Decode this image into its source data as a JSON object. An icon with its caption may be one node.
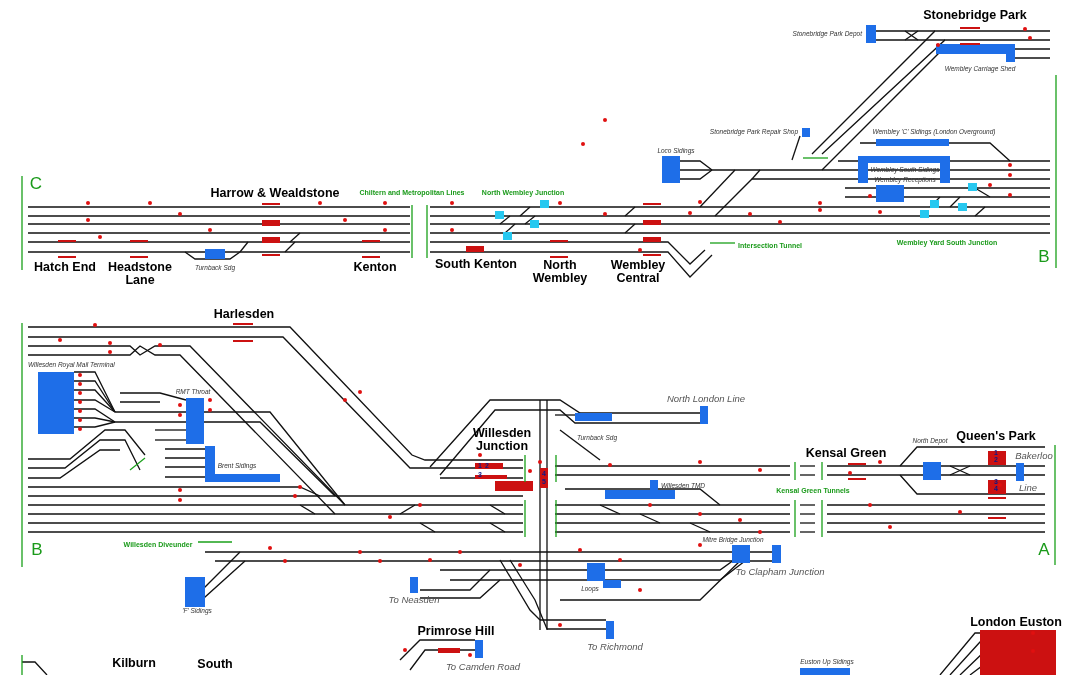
{
  "diagram": {
    "labels": [
      "Stonebridge Park",
      "Stonebridge Park Depot",
      "Wembley Carriage Shed",
      "Stonebridge Park Repair Shop",
      "Loco Sidings",
      "Wembley 'C' Sidings (London Overground)",
      "Wembley South Sidings",
      "Wembley Receptions",
      "C",
      "Harrow & Wealdstone",
      "Chiltern and Metropolitan Lines",
      "North Wembley Junction",
      "Intersection Tunnel",
      "Wembley Yard South Junction",
      "Hatch End",
      "Headstone Lane",
      "Turnback Sdg",
      "Kenton",
      "South Kenton",
      "North Wembley",
      "Wembley Central",
      "B",
      "Harlesden",
      "Willesden Royal Mail Terminal",
      "RMT Throat",
      "North London Line",
      "Willesden Junction",
      "Turnback Sdg",
      "Brent Sidings",
      "Willesden TMD",
      "North Depot",
      "Queen's Park",
      "Kensal Green",
      "Bakerloo",
      "Line",
      "Kensal Green Tunnels",
      "Willesden Diveunder",
      "Mitre Bridge Junction",
      "B",
      "A",
      "To Clapham Junction",
      "'F' Sidings",
      "To Neasden",
      "Loops",
      "London Euston",
      "Primrose Hill",
      "To Richmond",
      "Kilburn",
      "South",
      "To Camden Road",
      "Euston Up Sidings",
      "1",
      "2",
      "3",
      "4",
      "1",
      "2",
      "3",
      "4",
      "5"
    ]
  }
}
